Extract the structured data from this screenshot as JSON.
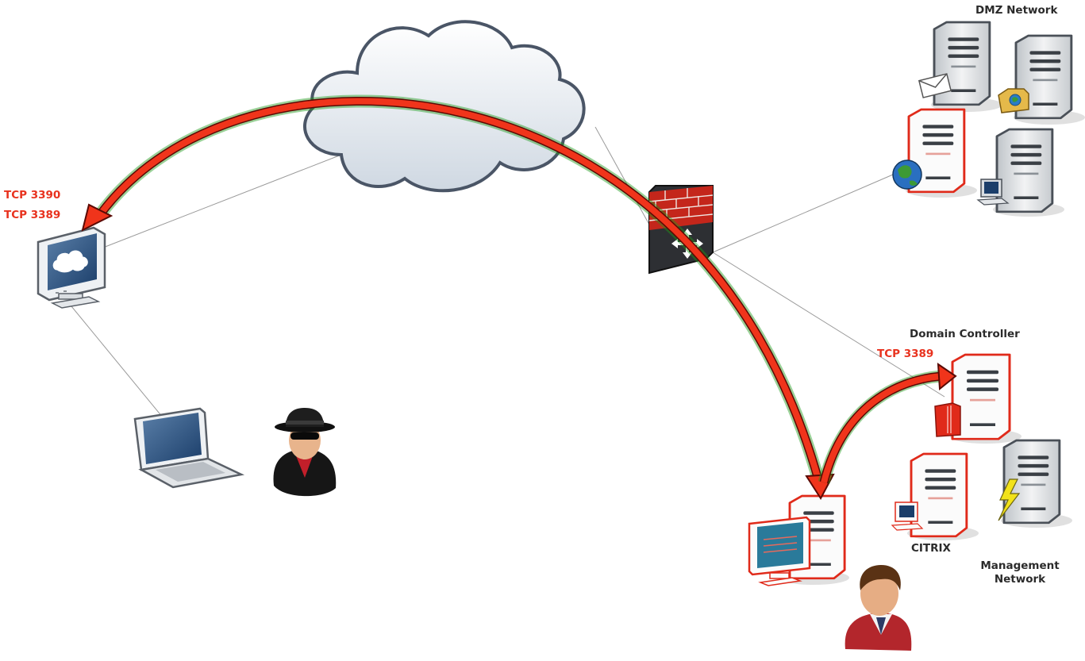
{
  "labels": {
    "dmz_network": "DMZ Network",
    "domain_controller": "Domain Controller",
    "citrix": "CITRIX",
    "management_network": "Management Network",
    "attacker_port_1": "TCP 3390",
    "attacker_port_2": "TCP 3389",
    "dc_port": "TCP 3389"
  },
  "colors": {
    "arrow": "#f0341b",
    "arrow_glow": "#1f9a1a",
    "port_text": "#e8321e",
    "label_text": "#2b2b2b",
    "compromised": "#e02a1a",
    "link_line": "#9a9a9a"
  },
  "nodes": [
    {
      "name": "internet-cloud",
      "icon": "cloud-icon"
    },
    {
      "name": "attacker-remote-desktop",
      "icon": "monitor-cloud-icon"
    },
    {
      "name": "attacker-laptop",
      "icon": "laptop-icon"
    },
    {
      "name": "attacker",
      "icon": "spy-icon"
    },
    {
      "name": "firewall",
      "icon": "firewall-icon"
    },
    {
      "name": "dmz-mail-server",
      "icon": "mail-server-icon"
    },
    {
      "name": "dmz-file-server",
      "icon": "file-server-icon"
    },
    {
      "name": "dmz-web-server",
      "icon": "web-server-icon",
      "compromised": true
    },
    {
      "name": "dmz-workstation-server",
      "icon": "workstation-server-icon"
    },
    {
      "name": "domain-controller",
      "icon": "directory-server-icon",
      "compromised": true
    },
    {
      "name": "citrix-server",
      "icon": "citrix-server-icon",
      "compromised": true
    },
    {
      "name": "power-server",
      "icon": "power-server-icon"
    },
    {
      "name": "admin-workstation",
      "icon": "desktop-pc-icon",
      "compromised": true
    },
    {
      "name": "administrator",
      "icon": "user-icon"
    }
  ]
}
